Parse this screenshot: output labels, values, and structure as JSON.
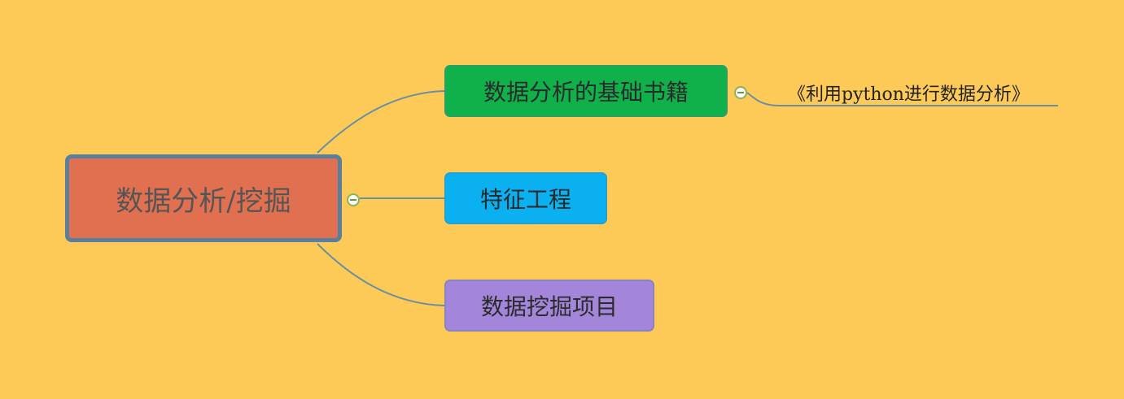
{
  "central_topic": {
    "label": "数据分析/挖掘",
    "color": "#E07050",
    "border_color": "#5A7F9C"
  },
  "main_topics": [
    {
      "label": "数据分析的基础书籍",
      "color": "#10B04A"
    },
    {
      "label": "特征工程",
      "color": "#0AB0F0"
    },
    {
      "label": "数据挖掘项目",
      "color": "#A386DA"
    }
  ],
  "subtopics": [
    {
      "parent": "数据分析的基础书籍",
      "label": "《利用python进行数据分析》"
    }
  ],
  "connector_color": "#6A8FA3",
  "background_color": "#FECA57",
  "icons": {
    "collapse": "collapse-minus-icon"
  }
}
